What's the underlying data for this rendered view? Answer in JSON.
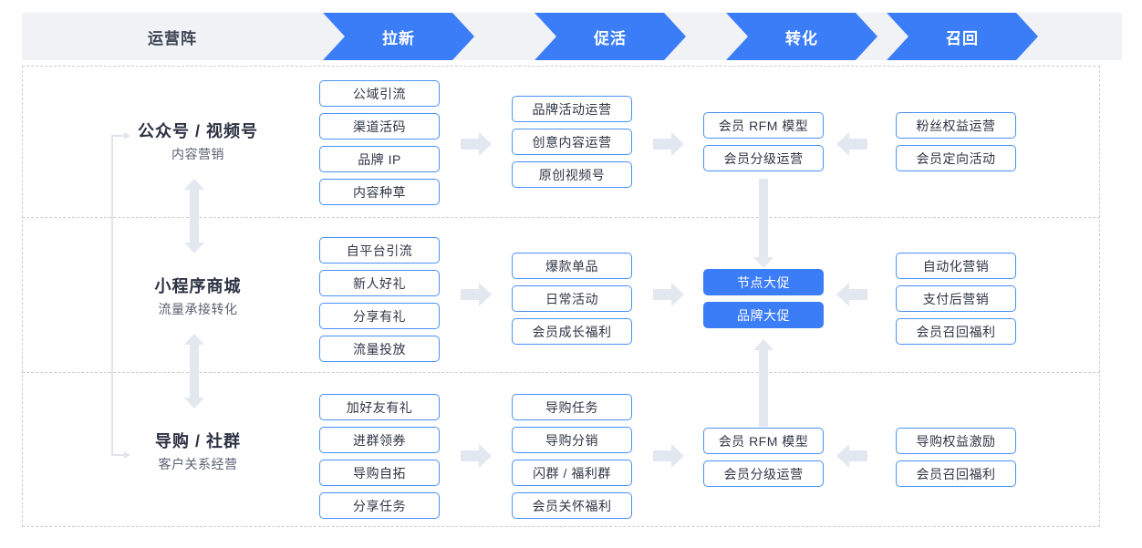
{
  "header": {
    "stages": [
      {
        "label": "运营阵",
        "style": "plain"
      },
      {
        "label": "拉新",
        "style": "blue"
      },
      {
        "label": "促活",
        "style": "blue"
      },
      {
        "label": "转化",
        "style": "blue"
      },
      {
        "label": "召回",
        "style": "blue"
      }
    ]
  },
  "colors": {
    "accent": "#3b7cf7",
    "tag_border": "#4a90f7",
    "arrow": "#e2e7f0",
    "header_bg": "#f0f2f5",
    "frame_border": "#c9ccd2"
  },
  "rows": [
    {
      "channel": {
        "name": "公众号 / 视频号",
        "sub": "内容营销"
      },
      "acquire": [
        "公域引流",
        "渠道活码",
        "品牌 IP",
        "内容种草"
      ],
      "activate": [
        "品牌活动运营",
        "创意内容运营",
        "原创视频号"
      ],
      "convert": [
        "会员 RFM 模型",
        "会员分级运营"
      ],
      "convert_filled": false,
      "recall": [
        "粉丝权益运营",
        "会员定向活动"
      ]
    },
    {
      "channel": {
        "name": "小程序商城",
        "sub": "流量承接转化"
      },
      "acquire": [
        "自平台引流",
        "新人好礼",
        "分享有礼",
        "流量投放"
      ],
      "activate": [
        "爆款单品",
        "日常活动",
        "会员成长福利"
      ],
      "convert": [
        "节点大促",
        "品牌大促"
      ],
      "convert_filled": true,
      "recall": [
        "自动化营销",
        "支付后营销",
        "会员召回福利"
      ]
    },
    {
      "channel": {
        "name": "导购 / 社群",
        "sub": "客户关系经营"
      },
      "acquire": [
        "加好友有礼",
        "进群领券",
        "导购自拓",
        "分享任务"
      ],
      "activate": [
        "导购任务",
        "导购分销",
        "闪群 / 福利群",
        "会员关怀福利"
      ],
      "convert": [
        "会员 RFM 模型",
        "会员分级运营"
      ],
      "convert_filled": false,
      "recall": [
        "导购权益激励",
        "会员召回福利"
      ]
    }
  ],
  "connectors": {
    "row_flow_right": "arrow-right",
    "recall_feedback": "arrow-left",
    "channel_link": "double-vertical-arrow",
    "convert_link": "vertical-arrow"
  }
}
